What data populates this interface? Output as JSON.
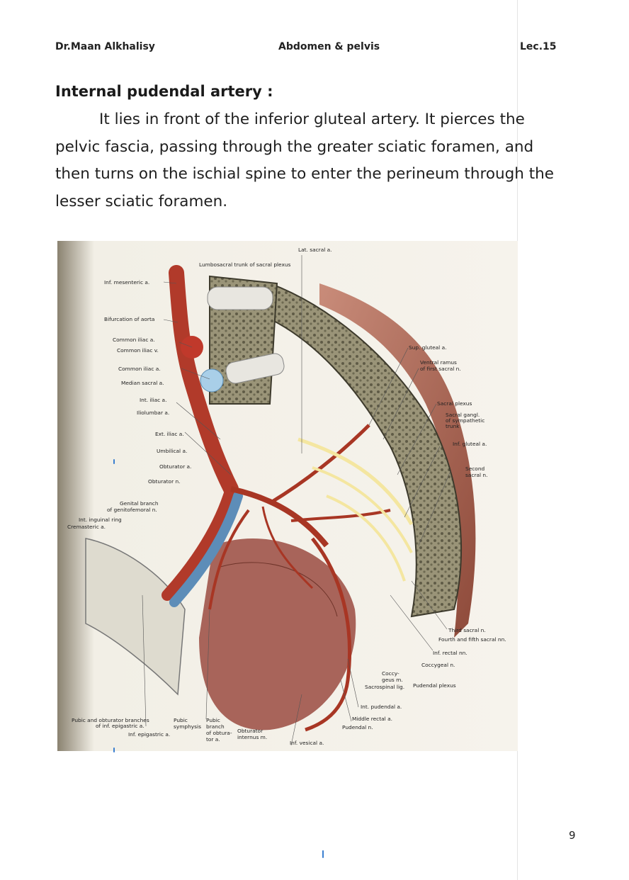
{
  "header": {
    "author": "Dr.Maan Alkhalisy",
    "course": "Abdomen & pelvis",
    "lecture": "Lec.15"
  },
  "section": {
    "heading": "Internal pudendal artery :",
    "paragraph": "It lies in front of the inferior gluteal artery. It pierces the pelvic fascia, passing through the greater sciatic foramen, and then turns on the ischial spine to enter the perineum through the lesser sciatic foramen."
  },
  "figure": {
    "labels": {
      "lat_sacral": "Lat. sacral a.",
      "lumbosacral_trunk": "Lumbosacral trunk of sacral plexus",
      "inf_mesenteric": "Inf. mesenteric a.",
      "bifurcation_aorta": "Bifurcation of aorta",
      "common_iliac_a_1": "Common iliac a.",
      "common_iliac_v": "Common iliac v.",
      "common_iliac_a_2": "Common iliac a.",
      "median_sacral": "Median sacral a.",
      "int_iliac": "Int. iliac a.",
      "iliolumbar": "Iliolumbar a.",
      "ext_iliac": "Ext. iliac a.",
      "umbilical": "Umbilical a.",
      "obturator_a": "Obturator a.",
      "obturator_n": "Obturator n.",
      "genital_branch_1": "Genital branch",
      "genital_branch_2": "of genitofemoral n.",
      "inguinal_ring": "Int. inguinal ring",
      "cremasteric": "Cremasteric a.",
      "sup_gluteal": "Sup. gluteal a.",
      "ventral_ramus_1": "Ventral ramus",
      "ventral_ramus_2": "of first sacral n.",
      "sacral_plexus": "Sacral plexus",
      "sacral_gangl_1": "Sacral gangl.",
      "sacral_gangl_2": "of sympathetic",
      "sacral_gangl_3": "trunk",
      "inf_gluteal": "Inf. gluteal a.",
      "second_sacral_1": "Second",
      "second_sacral_2": "sacral n.",
      "third_sacral": "Third sacral n.",
      "fourth_fifth_sacral": "Fourth and fifth sacral nn.",
      "inf_rectal_nn": "Inf. rectal nn.",
      "coccygeal_n": "Coccygeal n.",
      "coccygeus_1": "Coccy-",
      "coccygeus_2": "geus m.",
      "sacrospinal_lig": "Sacrospinal lig.",
      "pudendal_plexus": "Pudendal plexus",
      "int_pudendal": "Int. pudendal a.",
      "middle_rectal": "Middle rectal a.",
      "pudendal_n": "Pudendal n.",
      "pubic_obturator_1": "Pubic and obturator branches",
      "pubic_obturator_2": "of inf. epigastric a.",
      "inf_epigastric": "Inf. epigastric a.",
      "pubic_symphysis_1": "Pubic",
      "pubic_symphysis_2": "symphysis",
      "pubic_branch_1": "Pubic",
      "pubic_branch_2": "branch",
      "pubic_branch_3": "of obtura-",
      "pubic_branch_4": "tor a.",
      "obturator_internus_1": "Obturator",
      "obturator_internus_2": "internus m.",
      "inf_vesical": "Inf. vesical a."
    }
  },
  "footer": {
    "page_number": "9"
  }
}
